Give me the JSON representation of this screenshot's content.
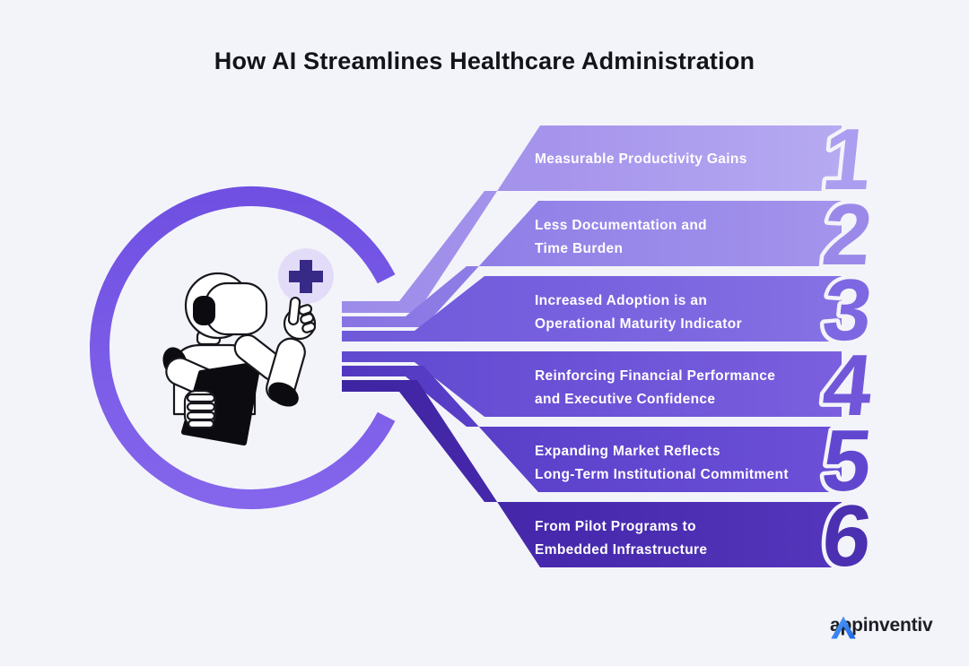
{
  "title": "How AI Streamlines Healthcare Administration",
  "ribbons": {
    "items": [
      {
        "number": "1",
        "line1": "Measurable Productivity Gains",
        "line2": "",
        "color": "#ab9def"
      },
      {
        "number": "2",
        "line1": "Less Documentation and",
        "line2": "Time Burden",
        "color": "#9b89ea"
      },
      {
        "number": "3",
        "line1": "Increased Adoption is an",
        "line2": "Operational Maturity Indicator",
        "color": "#7d67e2"
      },
      {
        "number": "4",
        "line1": "Reinforcing Financial Performance",
        "line2": "and Executive Confidence",
        "color": "#7156d9"
      },
      {
        "number": "5",
        "line1": "Expanding Market Reflects",
        "line2": "Long-Term Institutional Commitment",
        "color": "#6147cf"
      },
      {
        "number": "6",
        "line1": "From Pilot Programs to",
        "line2": "Embedded Infrastructure",
        "color": "#4c30b2"
      }
    ]
  },
  "illustration": {
    "plus_symbol": "+",
    "icons": [
      "robot-illustration",
      "circle-ring-icon",
      "plus-icon",
      "clipboard-icon"
    ]
  },
  "logo": {
    "brand": "appinventiv",
    "icon": "appinventiv-triangle-icon"
  },
  "colors": {
    "background": "#f3f4fa",
    "ring": "#7a5ce7",
    "plus": "#372a86",
    "plus_badge": "#e3dcf8",
    "title_text": "#13141a",
    "label_text": "#ffffff",
    "clipboard": "#0c0c10",
    "logo_blue": "#2f7bf0"
  }
}
